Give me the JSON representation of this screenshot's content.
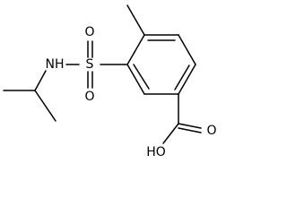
{
  "molecule": {
    "atoms": {
      "sulfur": "S",
      "nitrogen_h": "NH",
      "oxygen_up": "O",
      "oxygen_down": "O",
      "carbonyl_oxygen": "O",
      "hydroxyl": "HO"
    },
    "colors": {
      "bond": "#000000",
      "text": "#000000",
      "background": "#ffffff"
    }
  }
}
